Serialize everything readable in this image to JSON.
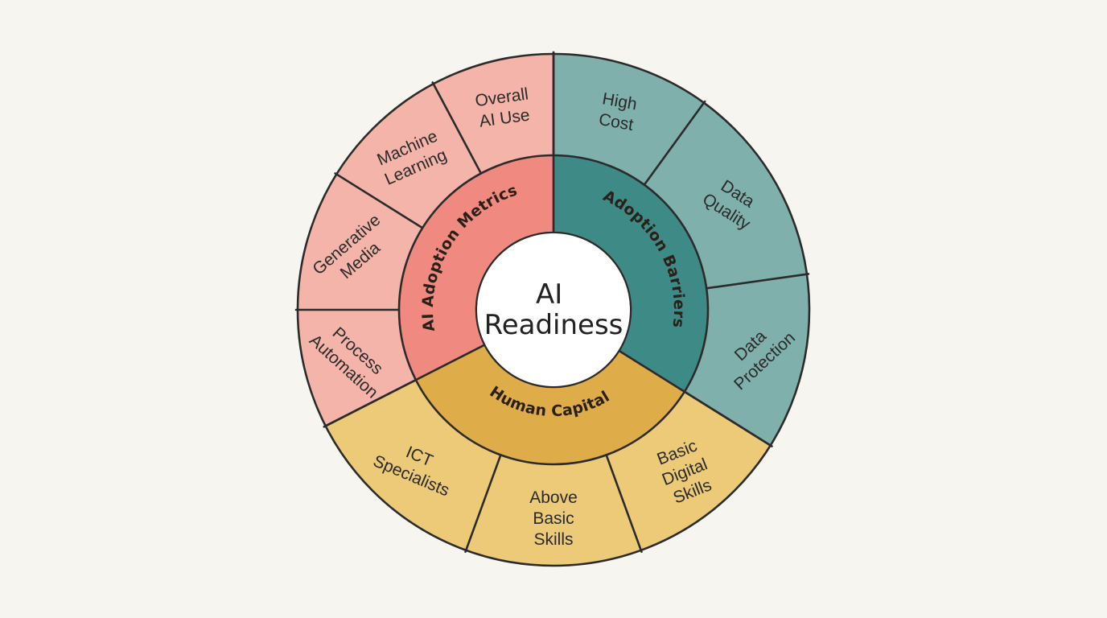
{
  "center": {
    "lines": [
      "AI",
      "Readiness"
    ]
  },
  "colors": {
    "background": "#f6f5f0",
    "adoption_metrics_inner": "#f08a80",
    "adoption_metrics_outer": "#f5b4aa",
    "adoption_barriers_inner": "#3e8a86",
    "adoption_barriers_outer": "#7fb0ab",
    "human_capital_inner": "#deac48",
    "human_capital_outer": "#ecca78",
    "outline": "#2b2b2b"
  },
  "categories": [
    {
      "key": "adoption_metrics",
      "name": "AI Adoption Metrics",
      "subitems": [
        {
          "lines": [
            "Overall",
            "AI Use"
          ]
        },
        {
          "lines": [
            "Machine",
            "Learning"
          ]
        },
        {
          "lines": [
            "Generative",
            "Media"
          ]
        },
        {
          "lines": [
            "Process",
            "Automation"
          ]
        }
      ]
    },
    {
      "key": "adoption_barriers",
      "name": "Adoption Barriers",
      "subitems": [
        {
          "lines": [
            "High",
            "Cost"
          ]
        },
        {
          "lines": [
            "Data",
            "Quality"
          ]
        },
        {
          "lines": [
            "Data",
            "Protection"
          ]
        }
      ]
    },
    {
      "key": "human_capital",
      "name": "Human Capital",
      "subitems": [
        {
          "lines": [
            "Basic",
            "Digital",
            "Skills"
          ]
        },
        {
          "lines": [
            "Above",
            "Basic",
            "Skills"
          ]
        },
        {
          "lines": [
            "ICT",
            "Specialists"
          ]
        }
      ]
    }
  ]
}
